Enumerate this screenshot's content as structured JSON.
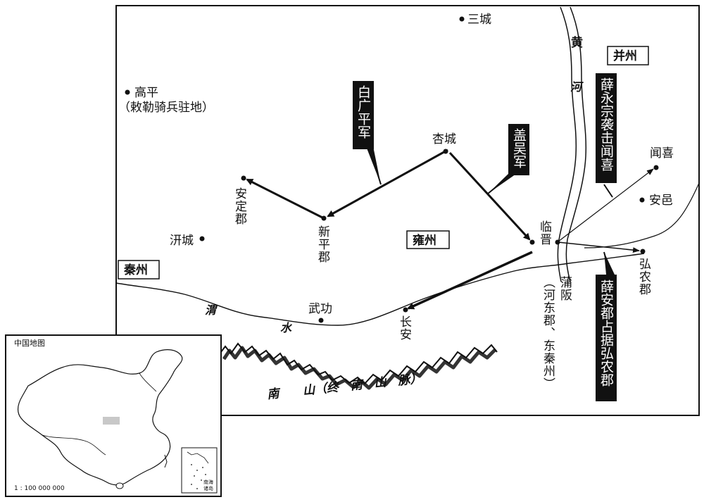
{
  "places": {
    "sancheng": "三城",
    "gaoping": "高平",
    "gaoping_note": "（敕勒骑兵驻地）",
    "xingcheng": "杏城",
    "anding": "安定郡",
    "xinping": "新平郡",
    "qiancheng": "汧城",
    "wugong": "武功",
    "changan": "长安",
    "linjin": "临晋",
    "puban": "蒲阪",
    "puban_note": "（河东郡、东秦州）",
    "wenxi": "闻喜",
    "anyi": "安邑",
    "hongnong": "弘农郡"
  },
  "regions": {
    "yongzhou": "雍州",
    "qinzhou": "秦州",
    "bingzhou": "并州"
  },
  "rivers": {
    "yellow_1": "黄",
    "yellow_2": "河",
    "wei_1": "渭",
    "wei_2": "水"
  },
  "mountains": {
    "nanshan": "南　　山（终　南　山　脉）"
  },
  "armies": {
    "baiyan": "白广平军",
    "gaiwu": "盖吴军",
    "xue_yongzong": "薛永宗袭击闻喜",
    "xue_andu": "薛安都占据弘农郡"
  },
  "inset": {
    "title": "中国地图",
    "scale": "1 : 100 000 000",
    "sea_label_1": "南海",
    "sea_label_2": "诸岛"
  },
  "colors": {
    "ink": "#111111",
    "box_fill": "#111111",
    "box_text": "#ffffff",
    "highlight": "#c8c8c8"
  }
}
